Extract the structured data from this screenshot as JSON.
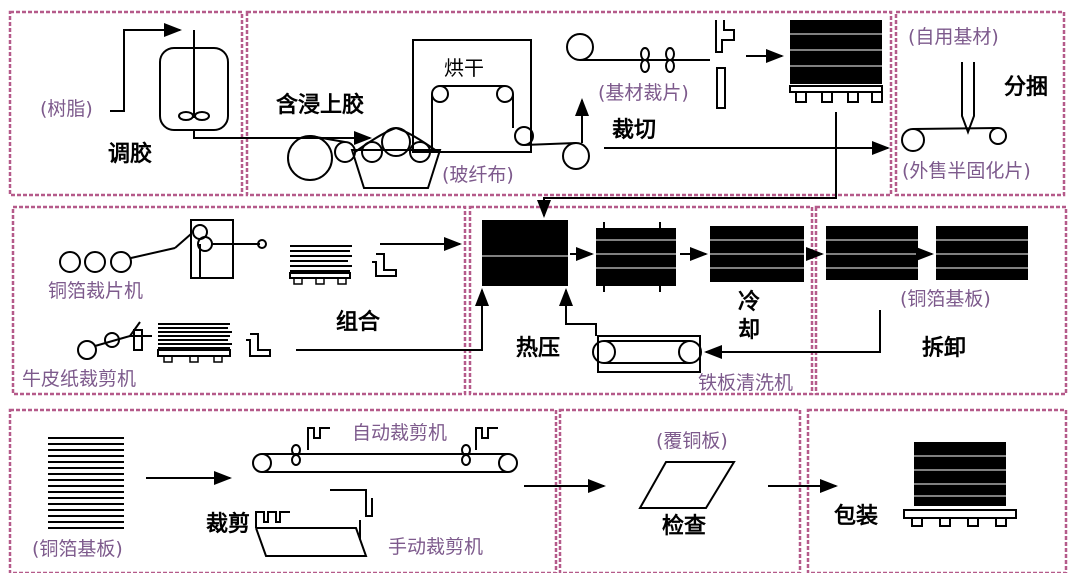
{
  "colors": {
    "frame": "#b55a8a",
    "label_purple": "#7d5a8c",
    "ink": "#000000"
  },
  "section1": {
    "resin_label": "(树脂)",
    "mixing_label": "调胶"
  },
  "section2": {
    "impregnate_label": "含浸上胶",
    "drying_label": "烘干",
    "glass_cloth_label": "(玻纤布)",
    "substrate_cut_label": "(基材裁片)",
    "cutting_label": "裁切"
  },
  "section3": {
    "own_substrate_label": "(自用基材)",
    "bundle_label": "分捆",
    "prepreg_label": "(外售半固化片)"
  },
  "section4": {
    "copper_cutter_label": "铜箔裁片机",
    "kraft_cutter_label": "牛皮纸裁剪机",
    "combine_label": "组合"
  },
  "section5": {
    "hot_press_label": "热压",
    "cooling_label_1": "冷",
    "cooling_label_2": "却",
    "plate_washer_label": "铁板清洗机"
  },
  "section6": {
    "ccl_label": "(铜箔基板)",
    "dismantle_label": "拆卸"
  },
  "section7": {
    "ccl_label": "(铜箔基板)",
    "auto_cutter_label": "自动裁剪机",
    "shearing_label": "裁剪",
    "manual_cutter_label": "手动裁剪机"
  },
  "section8": {
    "clad_label": "(覆铜板)",
    "inspect_label": "检查"
  },
  "section9": {
    "packing_label": "包装"
  }
}
